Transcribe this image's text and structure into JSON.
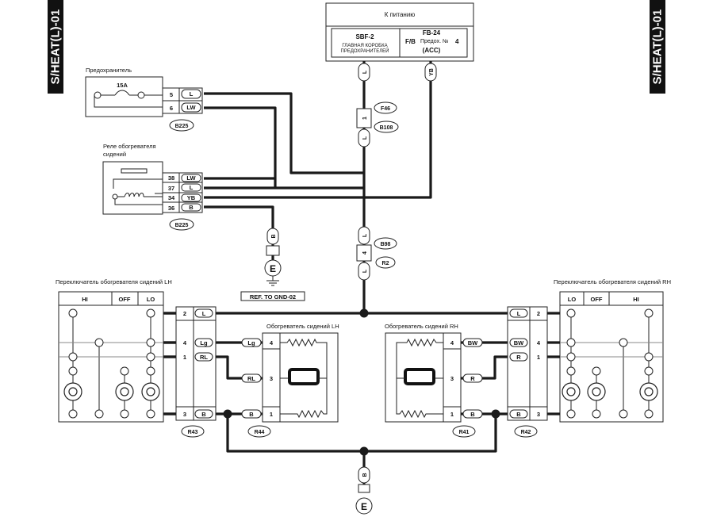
{
  "side_labels": {
    "left": "S/HEAT(L)-01",
    "right": "S/HEAT(L)-01"
  },
  "power": {
    "title": "К питанию",
    "sbf_code": "SBF-2",
    "sbf_line1": "ГЛАВНАЯ КОРОБКА",
    "sbf_line2": "ПРЕДОХРАНИТЕЛЕЙ",
    "fb_code": "FB-24",
    "fb_prefix": "F/B",
    "fb_fuse": "Предох. №",
    "fb_num": "4",
    "fb_acc": "(ACC)"
  },
  "fuse": {
    "title": "Предохранитель",
    "rating": "15A",
    "pins": [
      "5",
      "6"
    ],
    "wires": [
      "L",
      "LW"
    ],
    "connector": "B225"
  },
  "relay": {
    "title_line1": "Реле обогревателя",
    "title_line2": "сидений",
    "pins": [
      "38",
      "37",
      "34",
      "36"
    ],
    "wires": [
      "LW",
      "L",
      "YB",
      "B"
    ],
    "connector": "B225"
  },
  "wire_labels": {
    "top_l": "L",
    "top_yb": "YB",
    "f46_l": "L",
    "b98_l1": "L",
    "b98_l2": "L",
    "ground_b": "B",
    "bottom_b": "B"
  },
  "inline_connectors": {
    "f46": "F46",
    "b108": "B108",
    "f46_pin": "1",
    "b98": "B98",
    "r2": "R2",
    "b98_pin": "4"
  },
  "ground": {
    "symbol": "E",
    "ref": "REF. TO GND-02"
  },
  "switch_lh": {
    "title": "Переключатель обогревателя сидений LH",
    "positions": [
      "HI",
      "OFF",
      "LO"
    ],
    "pins": [
      "2",
      "4",
      "1",
      "3"
    ],
    "wires": [
      "L",
      "Lg",
      "RL",
      "B"
    ],
    "connector": "R43"
  },
  "switch_rh": {
    "title": "Переключатель обогревателя сидений RH",
    "positions": [
      "LO",
      "OFF",
      "HI"
    ],
    "pins": [
      "2",
      "4",
      "1",
      "3"
    ],
    "wires": [
      "L",
      "BW",
      "R",
      "B"
    ],
    "connector": "R42"
  },
  "heater_lh": {
    "title": "Обогреватель сидений LH",
    "pins": [
      "4",
      "3",
      "1"
    ],
    "wires": [
      "Lg",
      "RL",
      "B"
    ],
    "connector": "R44"
  },
  "heater_rh": {
    "title": "Обогреватель сидений RH",
    "pins": [
      "4",
      "3",
      "1"
    ],
    "wires": [
      "BW",
      "R",
      "B"
    ],
    "connector": "R41"
  }
}
